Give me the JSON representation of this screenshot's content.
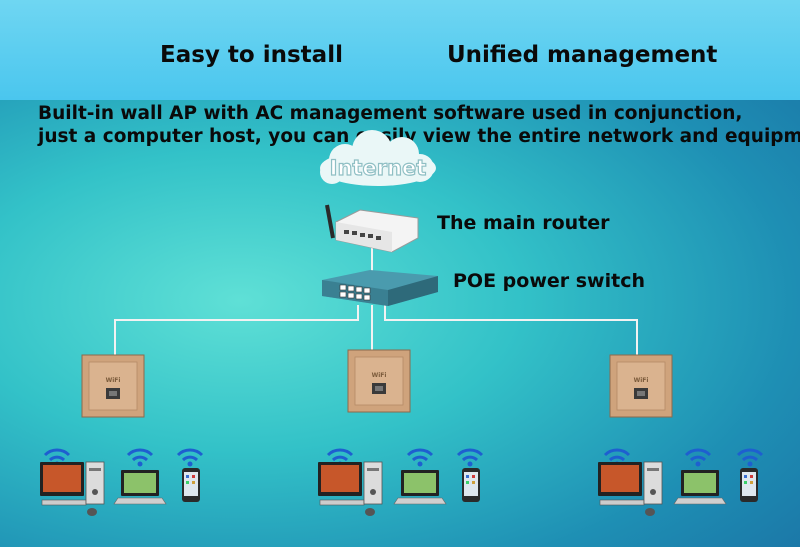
{
  "header": {
    "title_left": "Easy to install",
    "title_right": "Unified management"
  },
  "description": {
    "line1": "Built-in wall AP with AC management software used in conjunction,",
    "line2": "just a computer host, you can easily view the entire network and equipme"
  },
  "diagram": {
    "cloud_label": "Internet",
    "router_label": "The main router",
    "switch_label": "POE power switch",
    "wall_ap_brand": "WiFi",
    "colors": {
      "line": "#f2f2f2",
      "switch": "#3f8ea0",
      "wall_plate": "#d2a882",
      "wifi_signal": "#1e5fd0"
    },
    "ap_groups": [
      {
        "devices": [
          "desktop-pc",
          "laptop",
          "smartphone"
        ]
      },
      {
        "devices": [
          "desktop-pc",
          "laptop",
          "smartphone"
        ]
      },
      {
        "devices": [
          "desktop-pc",
          "laptop",
          "smartphone"
        ]
      }
    ]
  }
}
